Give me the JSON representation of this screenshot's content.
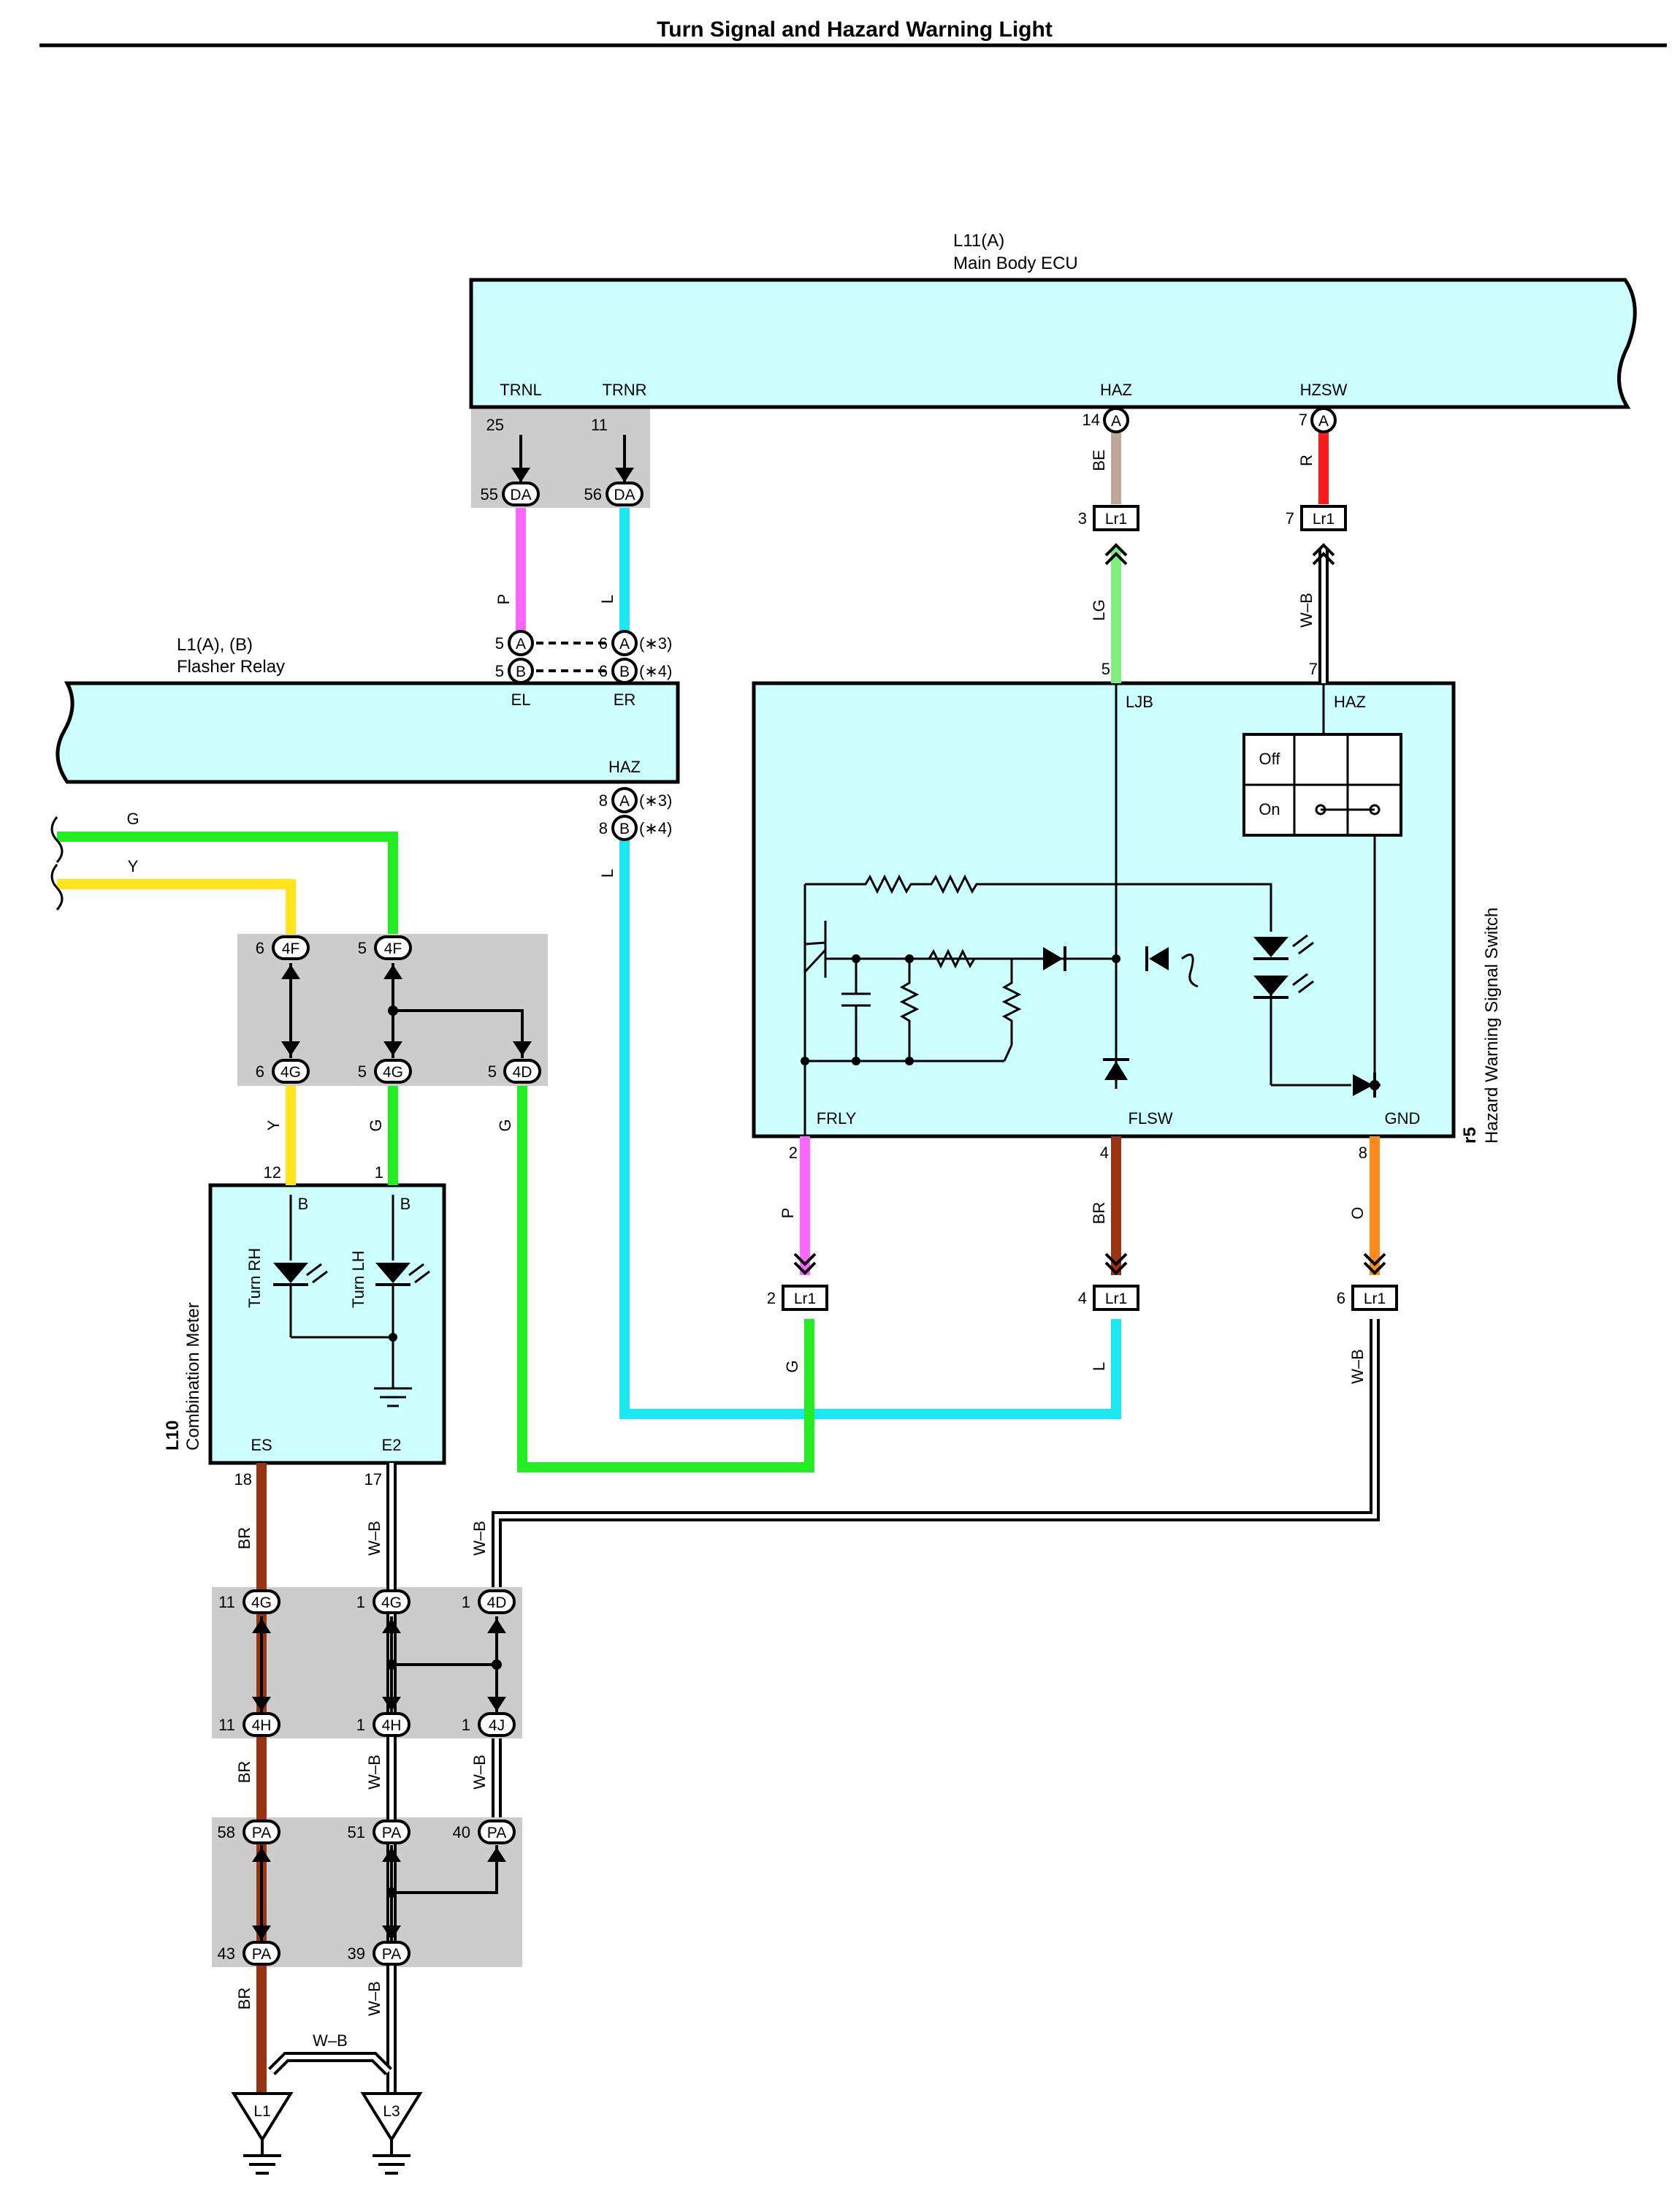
{
  "title": "Turn Signal and Hazard Warning Light",
  "components": {
    "ecu": {
      "code": "L11(A)",
      "name": "Main Body ECU",
      "pins": {
        "trnl": "TRNL",
        "trnr": "TRNR",
        "haz": "HAZ",
        "hzsw": "HZSW"
      }
    },
    "relay": {
      "code": "L1(A), (B)",
      "name": "Flasher Relay",
      "pins": {
        "el": "EL",
        "er": "ER",
        "haz": "HAZ"
      }
    },
    "hazard_switch": {
      "code": "r5",
      "name": "Hazard Warning Signal Switch",
      "pins": {
        "ljb": "LJB",
        "haz": "HAZ",
        "frly": "FRLY",
        "flsw": "FLSW",
        "gnd": "GND"
      },
      "off": "Off",
      "on": "On"
    },
    "meter": {
      "code": "L10",
      "name": "Combination Meter",
      "turn_rh": "Turn RH",
      "turn_lh": "Turn LH",
      "pins": {
        "b": "B",
        "es": "ES",
        "e2": "E2"
      }
    },
    "grounds": {
      "l1": "L1",
      "l3": "L3"
    }
  },
  "connectors": {
    "DA": "DA",
    "A": "A",
    "B": "B",
    "Lr1": "Lr1",
    "4F": "4F",
    "4G": "4G",
    "4D": "4D",
    "4H": "4H",
    "4J": "4J",
    "PA": "PA"
  },
  "notes": {
    "n3": "(∗3)",
    "n4": "(∗4)"
  },
  "pin_numbers": {
    "p25": "25",
    "p11": "11",
    "p55": "55",
    "p56": "56",
    "p14": "14",
    "p7": "7",
    "p3": "3",
    "p5": "5",
    "p6": "6",
    "p8": "8",
    "p2": "2",
    "p4": "4",
    "p12": "12",
    "p1": "1",
    "p18": "18",
    "p17": "17",
    "p58": "58",
    "p51": "51",
    "p40": "40",
    "p43": "43",
    "p39": "39"
  },
  "wire_labels": {
    "P": "P",
    "L": "L",
    "BE": "BE",
    "R": "R",
    "LG": "LG",
    "WB": "W–B",
    "G": "G",
    "Y": "Y",
    "BR": "BR",
    "O": "O"
  },
  "colors": {
    "P": "#ff66ff",
    "L": "#1ae8f2",
    "BE": "#bfa89a",
    "R": "#ff1a1a",
    "LG": "#7ff07f",
    "G": "#22ee22",
    "Y": "#ffe51a",
    "BR": "#993311",
    "O": "#ff8c1a",
    "WB": "#000000",
    "box_fill": "#ccffff",
    "junction": "#cccccc"
  }
}
